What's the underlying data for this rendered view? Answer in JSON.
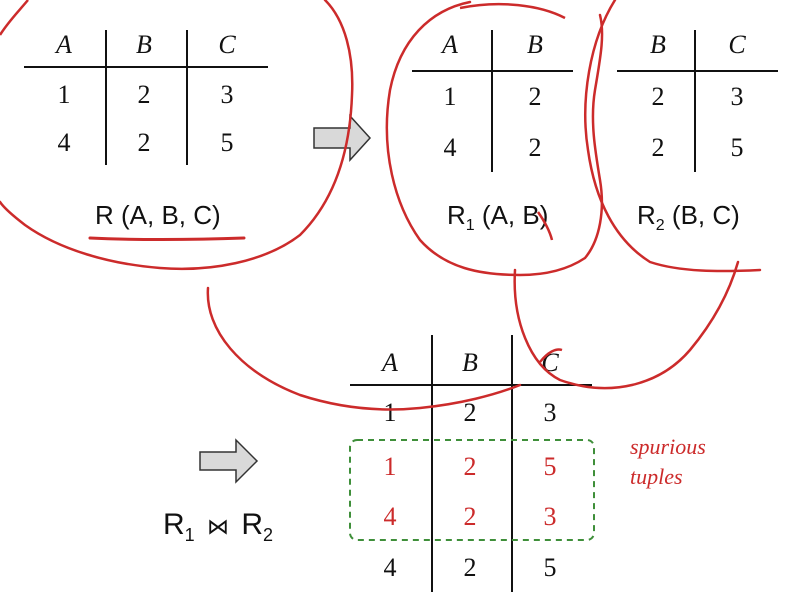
{
  "relation_r": {
    "headers": [
      "A",
      "B",
      "C"
    ],
    "rows": [
      [
        "1",
        "2",
        "3"
      ],
      [
        "4",
        "2",
        "5"
      ]
    ],
    "label": "R (A, B, C)"
  },
  "relation_r1": {
    "headers": [
      "A",
      "B"
    ],
    "rows": [
      [
        "1",
        "2"
      ],
      [
        "4",
        "2"
      ]
    ],
    "label_main": "R",
    "label_sub": "1",
    "label_rest": " (A, B)"
  },
  "relation_r2": {
    "headers": [
      "B",
      "C"
    ],
    "rows": [
      [
        "2",
        "3"
      ],
      [
        "2",
        "5"
      ]
    ],
    "label_main": "R",
    "label_sub": "2",
    "label_rest": " (B, C)"
  },
  "join_result": {
    "headers": [
      "A",
      "B",
      "C"
    ],
    "rows": [
      [
        "1",
        "2",
        "3"
      ],
      [
        "1",
        "2",
        "5"
      ],
      [
        "4",
        "2",
        "3"
      ],
      [
        "4",
        "2",
        "5"
      ]
    ],
    "spurious_note_line1": "spurious",
    "spurious_note_line2": "tuples"
  },
  "join_label": {
    "left_main": "R",
    "left_sub": "1",
    "operator": "⋈",
    "right_main": "R",
    "right_sub": "2"
  },
  "colors": {
    "annotation_red": "#cc2b2b",
    "spurious_red": "#cc2b2b",
    "dashed_box_green": "#3f8f3a",
    "arrow_fill": "#d9d9d9",
    "arrow_stroke": "#333333"
  }
}
